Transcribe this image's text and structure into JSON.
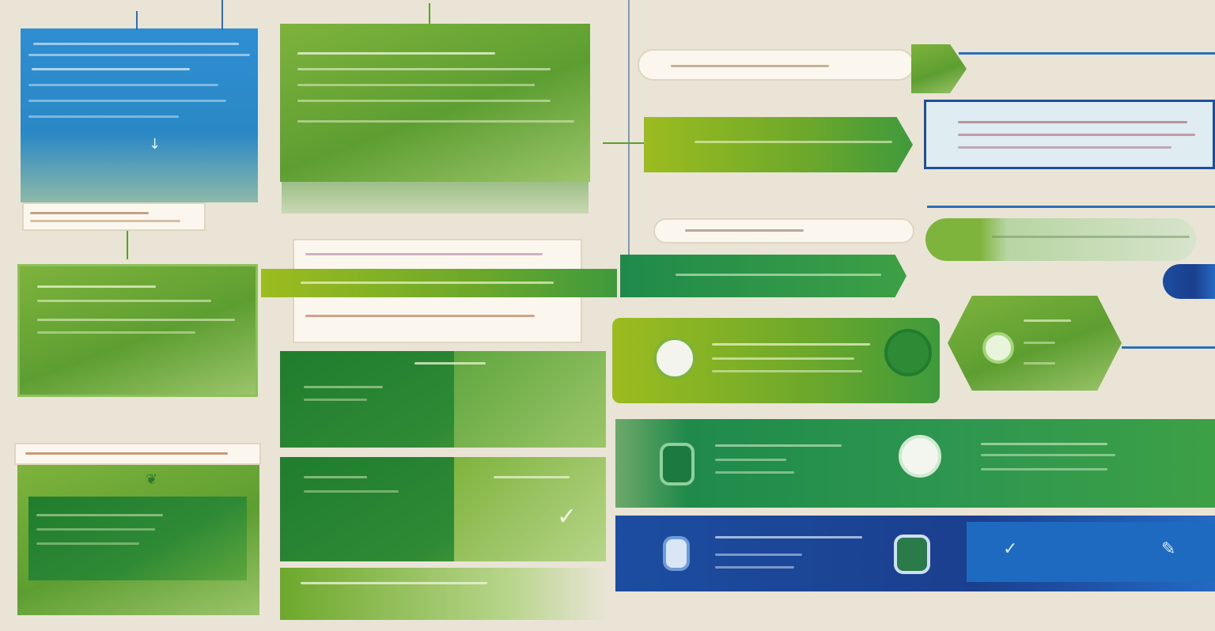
{
  "diagram": {
    "blocks": [
      {
        "id": "top-left-blue-box",
        "color": "blue"
      },
      {
        "id": "top-left-label-strip",
        "color": "paper"
      },
      {
        "id": "left-green-box",
        "color": "green"
      },
      {
        "id": "bottom-left-label-strip",
        "color": "paper"
      },
      {
        "id": "bottom-left-dark-box",
        "color": "darkgreen"
      },
      {
        "id": "top-center-green-box",
        "color": "green"
      },
      {
        "id": "center-paper-card",
        "color": "paper"
      },
      {
        "id": "center-mid-split-box",
        "color": "darkgreen"
      },
      {
        "id": "center-bottom-split-box",
        "color": "darkgreen"
      },
      {
        "id": "center-footer-band",
        "color": "green"
      },
      {
        "id": "right-top-pill",
        "color": "paper"
      },
      {
        "id": "right-top-chevron",
        "color": "green"
      },
      {
        "id": "right-lime-band",
        "color": "lime"
      },
      {
        "id": "right-lightblue-box",
        "color": "lightblue"
      },
      {
        "id": "right-pill-2",
        "color": "paper"
      },
      {
        "id": "right-green-pill-2",
        "color": "green"
      },
      {
        "id": "right-green-band",
        "color": "green"
      },
      {
        "id": "right-lime-large-band",
        "color": "lime"
      },
      {
        "id": "right-hexagon",
        "color": "green"
      },
      {
        "id": "right-teal-band",
        "color": "green"
      },
      {
        "id": "right-navy-band",
        "color": "navy"
      }
    ],
    "colors": {
      "background": "#e9e4d6",
      "blue": "#2a88c6",
      "green": "#5d9e31",
      "dark_green": "#1f7d2e",
      "lime": "#9cbc1f",
      "navy": "#1b3f8e",
      "paper": "#fbf7ef"
    },
    "icons": [
      "leaf-icon",
      "clock-icon",
      "shield-icon",
      "droplet-icon",
      "pencil-icon",
      "arrow-icon",
      "check-icon"
    ]
  }
}
